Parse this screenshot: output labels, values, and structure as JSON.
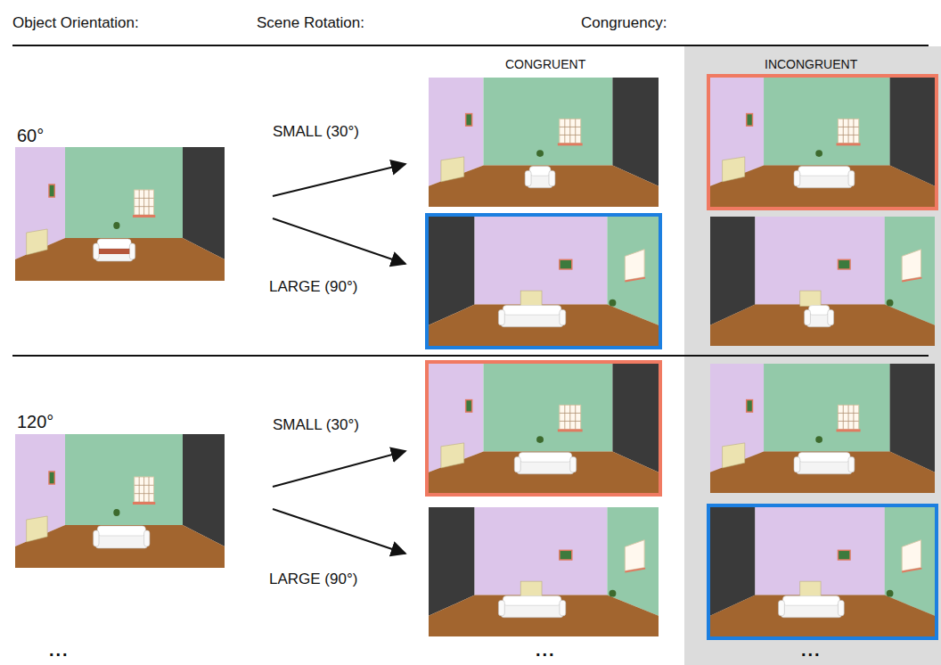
{
  "diagram": {
    "labels": [
      "Object Orientation:",
      "Scene Rotation:",
      "Congruency:",
      "CONGRUENT",
      "INCONGRUENT",
      "60°",
      "SMALL (30°)",
      "LARGE (90°)",
      "120°",
      "SMALL (30°)",
      "LARGE (90°)",
      "...",
      "...",
      "..."
    ]
  }
}
